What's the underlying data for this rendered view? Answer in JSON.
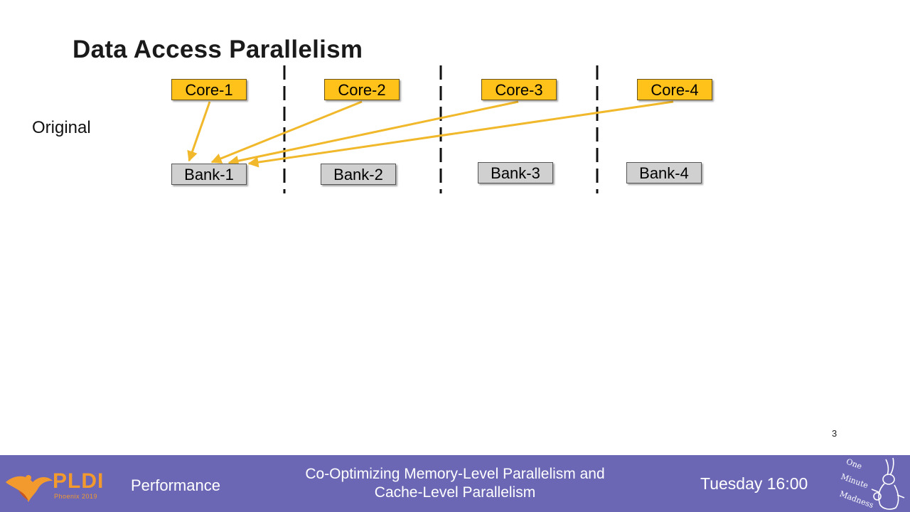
{
  "slide": {
    "title": "Data Access Parallelism",
    "row_label": "Original",
    "cores": [
      "Core-1",
      "Core-2",
      "Core-3",
      "Core-4"
    ],
    "banks": [
      "Bank-1",
      "Bank-2",
      "Bank-3",
      "Bank-4"
    ],
    "slide_number": "3",
    "colors": {
      "core_fill": "#ffc21a",
      "bank_fill": "#d0d0d0",
      "arrow": "#f0b82a",
      "divider": "#111111"
    }
  },
  "footer": {
    "logo_text": "PLDI",
    "logo_sub": "Phoenix 2019",
    "session": "Performance",
    "talk_title_line1": "Co-Optimizing Memory-Level Parallelism and",
    "talk_title_line2": "Cache-Level Parallelism",
    "time": "Tuesday 16:00",
    "omm_word1": "One",
    "omm_word2": "Minute",
    "omm_word3": "Madness",
    "background": "#6b67b5",
    "logo_color": "#f29a2e"
  }
}
